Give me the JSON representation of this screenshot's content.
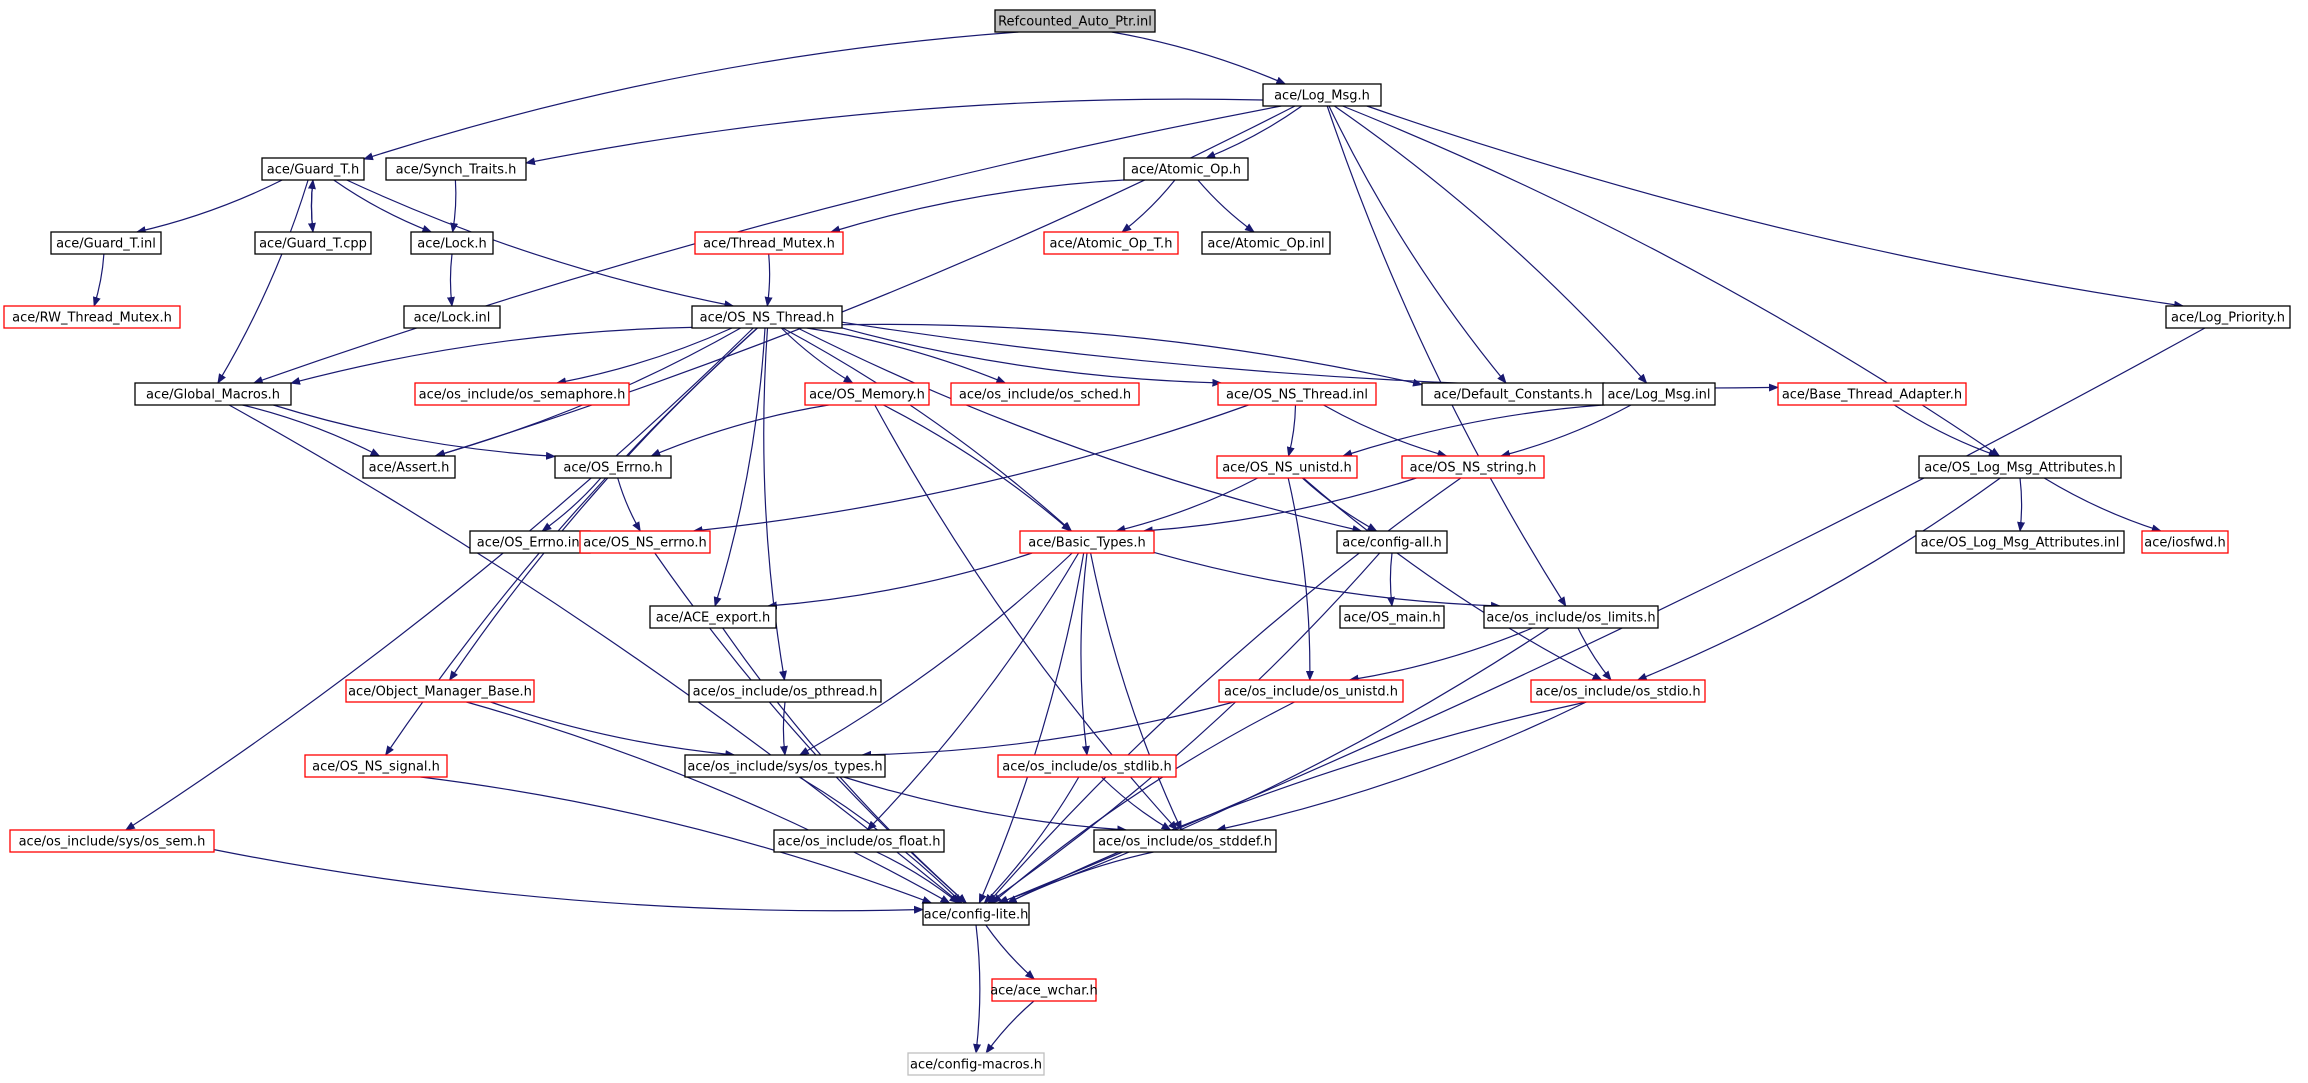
{
  "diagram": {
    "type": "include-dependency-graph",
    "edge_color": "#191970",
    "nodes": [
      {
        "id": "root",
        "label": "Refcounted_Auto_Ptr.inl",
        "style": "root"
      },
      {
        "id": "logmsg",
        "label": "ace/Log_Msg.h",
        "style": "black"
      },
      {
        "id": "guardt",
        "label": "ace/Guard_T.h",
        "style": "black"
      },
      {
        "id": "synch",
        "label": "ace/Synch_Traits.h",
        "style": "black"
      },
      {
        "id": "atomicop",
        "label": "ace/Atomic_Op.h",
        "style": "black"
      },
      {
        "id": "guardtinl",
        "label": "ace/Guard_T.inl",
        "style": "black"
      },
      {
        "id": "guardtcpp",
        "label": "ace/Guard_T.cpp",
        "style": "black"
      },
      {
        "id": "lock",
        "label": "ace/Lock.h",
        "style": "black"
      },
      {
        "id": "threadmutex",
        "label": "ace/Thread_Mutex.h",
        "style": "red"
      },
      {
        "id": "atomicopt",
        "label": "ace/Atomic_Op_T.h",
        "style": "red"
      },
      {
        "id": "atomicopinl",
        "label": "ace/Atomic_Op.inl",
        "style": "black"
      },
      {
        "id": "rwthread",
        "label": "ace/RW_Thread_Mutex.h",
        "style": "red"
      },
      {
        "id": "lockinl",
        "label": "ace/Lock.inl",
        "style": "black"
      },
      {
        "id": "osnsthread",
        "label": "ace/OS_NS_Thread.h",
        "style": "black"
      },
      {
        "id": "logpriority",
        "label": "ace/Log_Priority.h",
        "style": "black"
      },
      {
        "id": "globalmacros",
        "label": "ace/Global_Macros.h",
        "style": "black"
      },
      {
        "id": "ossemaphore",
        "label": "ace/os_include/os_semaphore.h",
        "style": "red"
      },
      {
        "id": "osmemory",
        "label": "ace/OS_Memory.h",
        "style": "red"
      },
      {
        "id": "ossched",
        "label": "ace/os_include/os_sched.h",
        "style": "red"
      },
      {
        "id": "osnsthreadinl",
        "label": "ace/OS_NS_Thread.inl",
        "style": "red"
      },
      {
        "id": "defaultconst",
        "label": "ace/Default_Constants.h",
        "style": "black"
      },
      {
        "id": "logmsginl",
        "label": "ace/Log_Msg.inl",
        "style": "black"
      },
      {
        "id": "basethread",
        "label": "ace/Base_Thread_Adapter.h",
        "style": "red"
      },
      {
        "id": "assert",
        "label": "ace/Assert.h",
        "style": "black"
      },
      {
        "id": "oserrno",
        "label": "ace/OS_Errno.h",
        "style": "black"
      },
      {
        "id": "osnsunistd",
        "label": "ace/OS_NS_unistd.h",
        "style": "red"
      },
      {
        "id": "osnsstring",
        "label": "ace/OS_NS_string.h",
        "style": "red"
      },
      {
        "id": "oslogmsgattr",
        "label": "ace/OS_Log_Msg_Attributes.h",
        "style": "black"
      },
      {
        "id": "oserrnoinl",
        "label": "ace/OS_Errno.inl",
        "style": "black"
      },
      {
        "id": "osnserrno",
        "label": "ace/OS_NS_errno.h",
        "style": "red"
      },
      {
        "id": "basictypes",
        "label": "ace/Basic_Types.h",
        "style": "red"
      },
      {
        "id": "configall",
        "label": "ace/config-all.h",
        "style": "black"
      },
      {
        "id": "oslogmsgattrinl",
        "label": "ace/OS_Log_Msg_Attributes.inl",
        "style": "black"
      },
      {
        "id": "iosfwd",
        "label": "ace/iosfwd.h",
        "style": "red"
      },
      {
        "id": "aceexport",
        "label": "ace/ACE_export.h",
        "style": "black"
      },
      {
        "id": "osmain",
        "label": "ace/OS_main.h",
        "style": "black"
      },
      {
        "id": "oslimits",
        "label": "ace/os_include/os_limits.h",
        "style": "black"
      },
      {
        "id": "objmgr",
        "label": "ace/Object_Manager_Base.h",
        "style": "red"
      },
      {
        "id": "ospthread",
        "label": "ace/os_include/os_pthread.h",
        "style": "black"
      },
      {
        "id": "osunistd",
        "label": "ace/os_include/os_unistd.h",
        "style": "red"
      },
      {
        "id": "osstdio",
        "label": "ace/os_include/os_stdio.h",
        "style": "red"
      },
      {
        "id": "osnssignal",
        "label": "ace/OS_NS_signal.h",
        "style": "red"
      },
      {
        "id": "systypes",
        "label": "ace/os_include/sys/os_types.h",
        "style": "black"
      },
      {
        "id": "osstdlib",
        "label": "ace/os_include/os_stdlib.h",
        "style": "red"
      },
      {
        "id": "syssem",
        "label": "ace/os_include/sys/os_sem.h",
        "style": "red"
      },
      {
        "id": "osfloat",
        "label": "ace/os_include/os_float.h",
        "style": "black"
      },
      {
        "id": "osstddef",
        "label": "ace/os_include/os_stddef.h",
        "style": "black"
      },
      {
        "id": "configlite",
        "label": "ace/config-lite.h",
        "style": "black"
      },
      {
        "id": "acewchar",
        "label": "ace/ace_wchar.h",
        "style": "red"
      },
      {
        "id": "configmacros",
        "label": "ace/config-macros.h",
        "style": "gray"
      }
    ],
    "edges": [
      [
        "root",
        "guardt"
      ],
      [
        "root",
        "logmsg"
      ],
      [
        "logmsg",
        "synch"
      ],
      [
        "logmsg",
        "atomicop"
      ],
      [
        "logmsg",
        "globalmacros"
      ],
      [
        "logmsg",
        "assert"
      ],
      [
        "logmsg",
        "defaultconst"
      ],
      [
        "logmsg",
        "logmsginl"
      ],
      [
        "logmsg",
        "oslimits"
      ],
      [
        "logmsg",
        "oslogmsgattr"
      ],
      [
        "logmsg",
        "logpriority"
      ],
      [
        "guardt",
        "guardtinl"
      ],
      [
        "guardt",
        "guardtcpp"
      ],
      [
        "guardtcpp",
        "guardt"
      ],
      [
        "guardt",
        "lock"
      ],
      [
        "guardt",
        "globalmacros"
      ],
      [
        "guardt",
        "osnsthread"
      ],
      [
        "synch",
        "lock"
      ],
      [
        "atomicop",
        "threadmutex"
      ],
      [
        "atomicop",
        "atomicopt"
      ],
      [
        "atomicop",
        "atomicopinl"
      ],
      [
        "guardtinl",
        "rwthread"
      ],
      [
        "lock",
        "lockinl"
      ],
      [
        "threadmutex",
        "osnsthread"
      ],
      [
        "osnsthread",
        "globalmacros"
      ],
      [
        "osnsthread",
        "ossemaphore"
      ],
      [
        "osnsthread",
        "osmemory"
      ],
      [
        "osnsthread",
        "ossched"
      ],
      [
        "osnsthread",
        "osnsthreadinl"
      ],
      [
        "osnsthread",
        "defaultconst"
      ],
      [
        "osnsthread",
        "basethread"
      ],
      [
        "osnsthread",
        "assert"
      ],
      [
        "osnsthread",
        "osnssignal"
      ],
      [
        "osnsthread",
        "syssem"
      ],
      [
        "osnsthread",
        "objmgr"
      ],
      [
        "osnsthread",
        "aceexport"
      ],
      [
        "osnsthread",
        "ospthread"
      ],
      [
        "osnsthread",
        "basictypes"
      ],
      [
        "osnsthread",
        "configall"
      ],
      [
        "globalmacros",
        "assert"
      ],
      [
        "globalmacros",
        "oserrno"
      ],
      [
        "globalmacros",
        "configlite"
      ],
      [
        "osmemory",
        "oserrno"
      ],
      [
        "osmemory",
        "basictypes"
      ],
      [
        "osmemory",
        "osstddef"
      ],
      [
        "osnsthreadinl",
        "osnsunistd"
      ],
      [
        "osnsthreadinl",
        "osnsstring"
      ],
      [
        "osnsthreadinl",
        "osnserrno"
      ],
      [
        "logmsginl",
        "osnsunistd"
      ],
      [
        "logmsginl",
        "osnsstring"
      ],
      [
        "basethread",
        "oslogmsgattr"
      ],
      [
        "oserrno",
        "oserrnoinl"
      ],
      [
        "oserrno",
        "osnserrno"
      ],
      [
        "osnsunistd",
        "basictypes"
      ],
      [
        "osnsunistd",
        "configall"
      ],
      [
        "osnsunistd",
        "osunistd"
      ],
      [
        "osnsunistd",
        "osstdio"
      ],
      [
        "osnsstring",
        "basictypes"
      ],
      [
        "osnsstring",
        "configlite"
      ],
      [
        "oslogmsgattr",
        "oslogmsgattrinl"
      ],
      [
        "oslogmsgattr",
        "iosfwd"
      ],
      [
        "oslogmsgattr",
        "osstdio"
      ],
      [
        "osnserrno",
        "configlite"
      ],
      [
        "basictypes",
        "aceexport"
      ],
      [
        "basictypes",
        "oslimits"
      ],
      [
        "basictypes",
        "systypes"
      ],
      [
        "basictypes",
        "osstdlib"
      ],
      [
        "basictypes",
        "osfloat"
      ],
      [
        "basictypes",
        "osstddef"
      ],
      [
        "basictypes",
        "configlite"
      ],
      [
        "configall",
        "osmain"
      ],
      [
        "configall",
        "configlite"
      ],
      [
        "aceexport",
        "configlite"
      ],
      [
        "oslimits",
        "osunistd"
      ],
      [
        "oslimits",
        "osstdio"
      ],
      [
        "oslimits",
        "configlite"
      ],
      [
        "objmgr",
        "systypes"
      ],
      [
        "objmgr",
        "configlite"
      ],
      [
        "ospthread",
        "systypes"
      ],
      [
        "osunistd",
        "systypes"
      ],
      [
        "osunistd",
        "configlite"
      ],
      [
        "osstdio",
        "osstddef"
      ],
      [
        "osstdio",
        "configlite"
      ],
      [
        "osnssignal",
        "configlite"
      ],
      [
        "systypes",
        "osstddef"
      ],
      [
        "systypes",
        "configlite"
      ],
      [
        "osstdlib",
        "osstddef"
      ],
      [
        "osstdlib",
        "configlite"
      ],
      [
        "syssem",
        "configlite"
      ],
      [
        "osfloat",
        "configlite"
      ],
      [
        "osstddef",
        "configlite"
      ],
      [
        "logpriority",
        "configlite"
      ],
      [
        "configlite",
        "acewchar"
      ],
      [
        "configlite",
        "configmacros"
      ],
      [
        "acewchar",
        "configmacros"
      ]
    ]
  }
}
